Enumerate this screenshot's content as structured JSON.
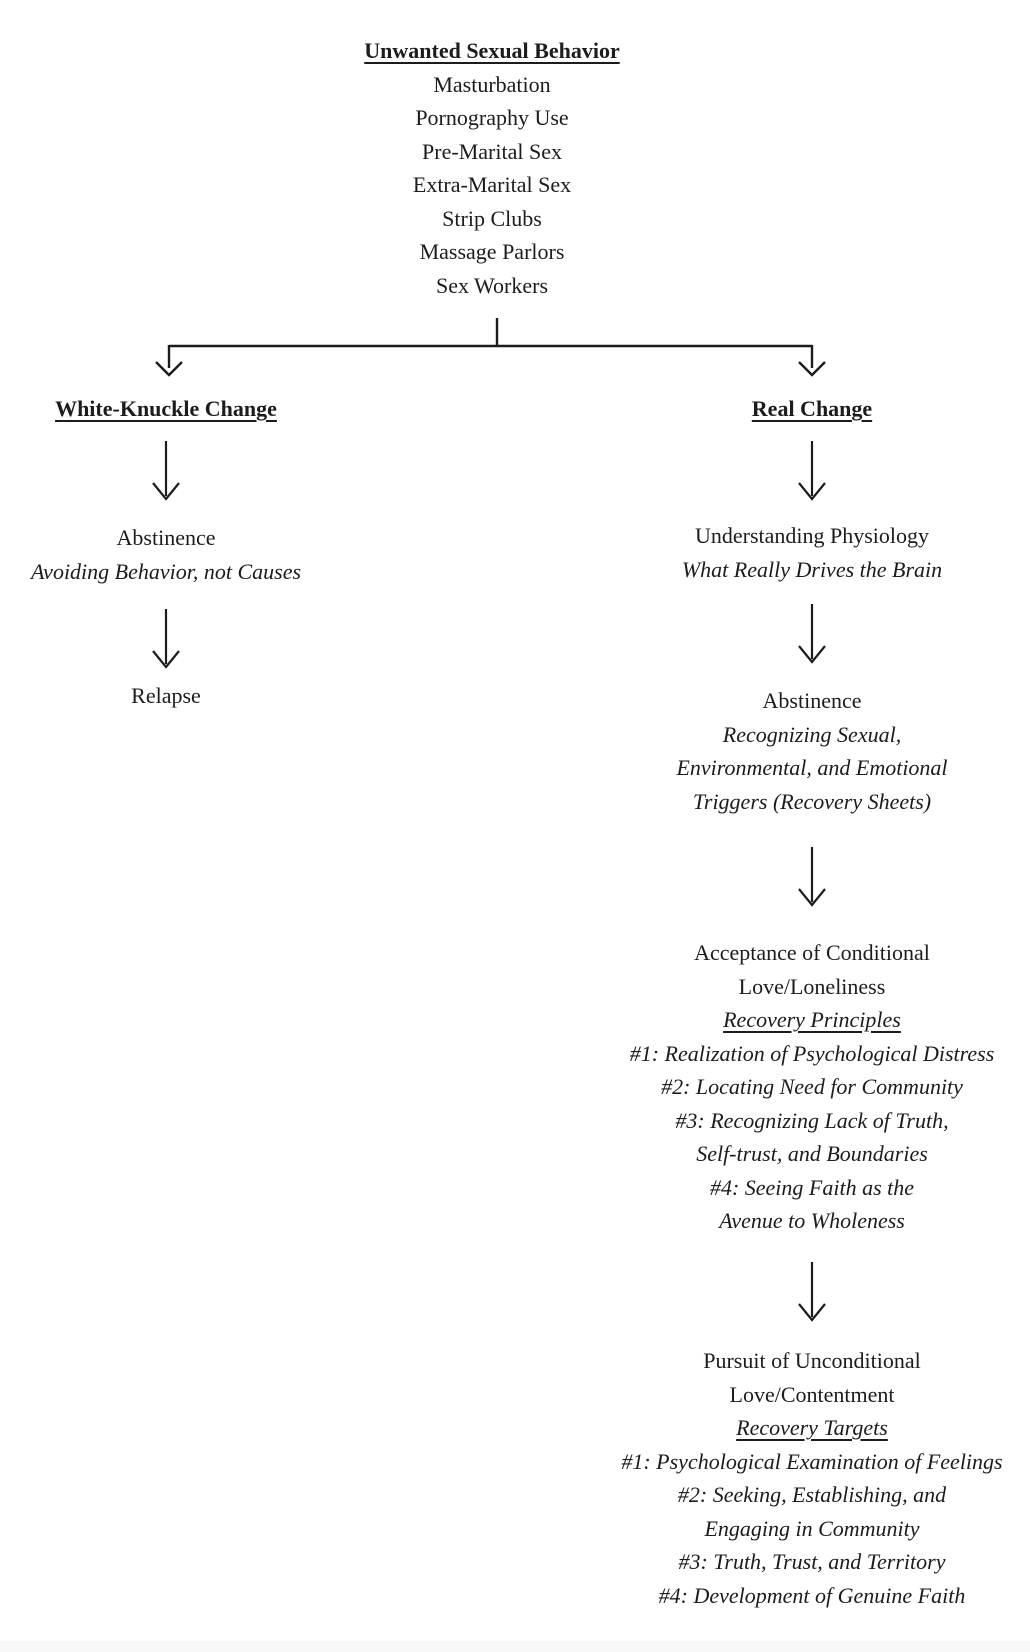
{
  "diagram": {
    "root": {
      "title": "Unwanted Sexual Behavior",
      "behaviors": [
        "Masturbation",
        "Pornography Use",
        "Pre-Marital Sex",
        "Extra-Marital Sex",
        "Strip Clubs",
        "Massage Parlors",
        "Sex Workers"
      ]
    },
    "left_branch": {
      "heading": "White-Knuckle Change",
      "abstinence": {
        "title": "Abstinence",
        "subtitle": "Avoiding Behavior, not Causes"
      },
      "relapse": {
        "title": "Relapse"
      }
    },
    "right_branch": {
      "heading": "Real Change",
      "physiology": {
        "title": "Understanding Physiology",
        "subtitle": "What Really Drives the Brain"
      },
      "abstinence": {
        "title": "Abstinence",
        "subtitle_lines": [
          "Recognizing Sexual,",
          "Environmental, and Emotional",
          "Triggers (Recovery Sheets)"
        ]
      },
      "conditional": {
        "title_lines": [
          "Acceptance of Conditional",
          "Love/Loneliness"
        ],
        "label": "Recovery Principles",
        "items": [
          "#1: Realization of Psychological Distress",
          "#2: Locating Need for Community",
          "#3: Recognizing Lack of Truth,",
          "Self-trust, and Boundaries",
          "#4: Seeing Faith as the",
          "Avenue to Wholeness"
        ]
      },
      "unconditional": {
        "title_lines": [
          "Pursuit of Unconditional",
          "Love/Contentment"
        ],
        "label": "Recovery Targets",
        "items": [
          "#1: Psychological Examination of Feelings",
          "#2: Seeking, Establishing, and",
          "Engaging in Community",
          "#3: Truth, Trust, and Territory",
          "#4: Development of Genuine Faith"
        ]
      }
    },
    "colors": {
      "text": "#1c1c1c",
      "background": "#ffffff",
      "footer_strip": "#f8f8f8"
    }
  }
}
